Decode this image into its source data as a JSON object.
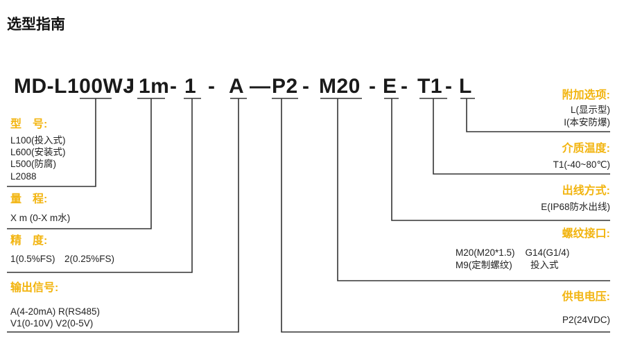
{
  "title": "选型指南",
  "code": {
    "model": "MD-L100WJ",
    "range": "1m",
    "accuracy": "1",
    "signal": "A",
    "supply": "P2",
    "thread": "M20",
    "outlet": "E",
    "temp": "T1",
    "option": "L",
    "sep_dash": "-",
    "sep_long": "—"
  },
  "left_sections": {
    "model": {
      "heading": "型　号:",
      "lines": [
        "L100(投入式)",
        "L600(安装式)",
        "L500(防腐)",
        "L2088"
      ]
    },
    "range": {
      "heading": "量　程:",
      "lines": [
        "X m (0-X m水)"
      ]
    },
    "accuracy": {
      "heading": "精　度:",
      "lines": [
        "1(0.5%FS)　2(0.25%FS)"
      ]
    },
    "signal": {
      "heading": "输出信号:",
      "lines": [
        "A(4-20mA)  R(RS485)",
        "V1(0-10V)  V2(0-5V)"
      ]
    }
  },
  "right_sections": {
    "option": {
      "heading": "附加选项:",
      "lines": [
        "L(显示型)",
        "I(本安防爆)"
      ]
    },
    "temp": {
      "heading": "介质温度:",
      "lines": [
        "T1(-40~80℃)"
      ]
    },
    "outlet": {
      "heading": "出线方式:",
      "lines": [
        "E(IP68防水出线)"
      ]
    },
    "thread": {
      "heading": "螺纹接口:",
      "lines": [
        "M20(M20*1.5)    G14(G1/4)",
        "M9(定制螺纹)       投入式"
      ]
    },
    "supply": {
      "heading": "供电电压:",
      "lines": [
        "P2(24VDC)"
      ]
    }
  },
  "colors": {
    "heading": "#f2b40f",
    "text": "#222222",
    "line": "#333333"
  }
}
